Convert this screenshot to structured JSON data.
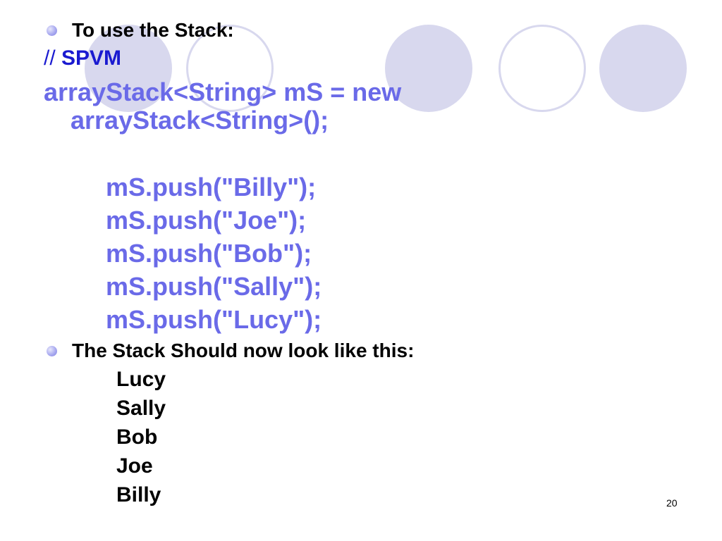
{
  "bullet1": "To use the Stack:",
  "comment": {
    "slashes": "//",
    "text": "SPVM"
  },
  "declaration": {
    "line1": "arrayStack<String> mS = new",
    "line2": "arrayStack<String>();"
  },
  "pushes": [
    "mS.push(\"Billy\");",
    "mS.push(\"Joe\");",
    "mS.push(\"Bob\");",
    "mS.push(\"Sally\");",
    "mS.push(\"Lucy\");"
  ],
  "bullet2": "The Stack Should now look like this:",
  "stack": [
    "Lucy",
    "Sally",
    "Bob",
    "Joe",
    "Billy"
  ],
  "page_number": "20",
  "colors": {
    "code": "#6a6ae8",
    "comment": "#1a1ad0",
    "decor": "#d8d8ee"
  }
}
